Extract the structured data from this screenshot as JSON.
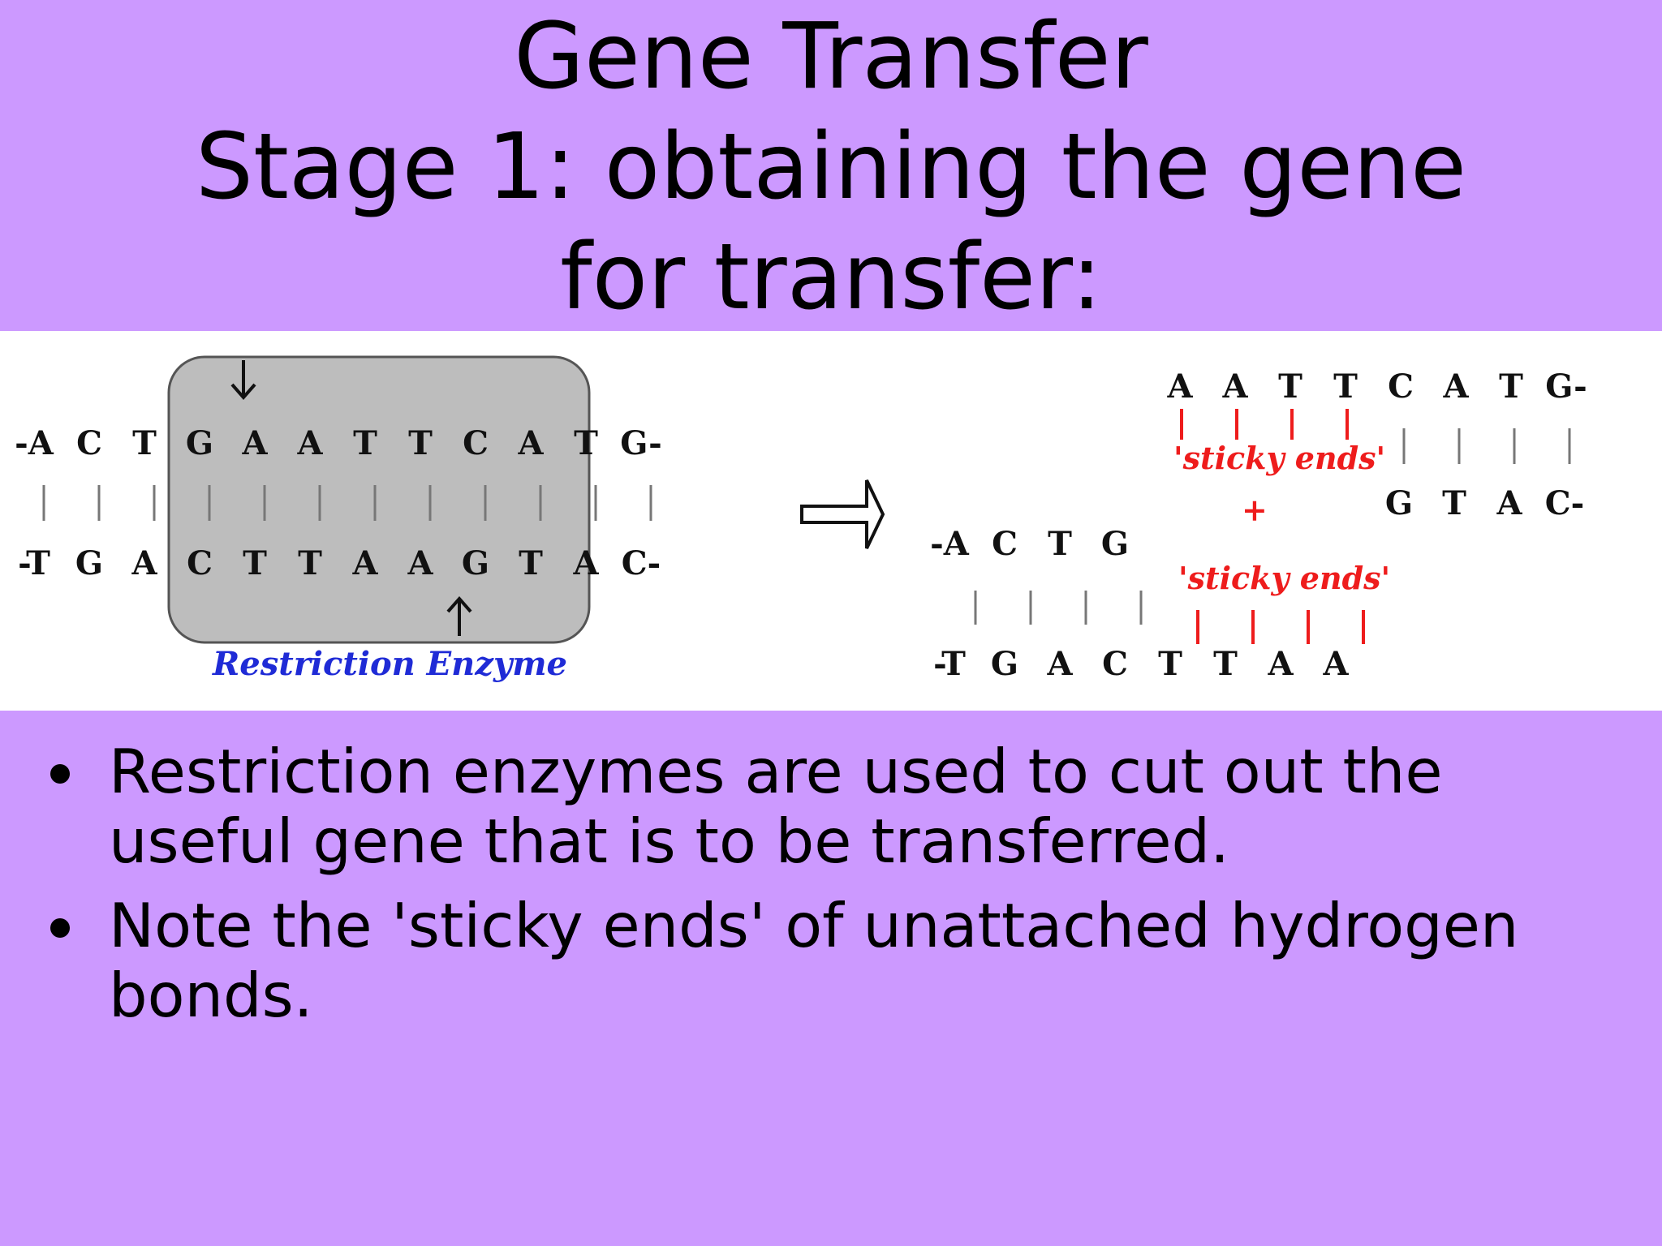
{
  "title": {
    "line1": "Gene Transfer",
    "line2": "Stage 1: obtaining the gene",
    "line3": "for transfer:"
  },
  "diagram": {
    "left": {
      "top_strand": [
        "-A",
        "C",
        "T",
        "G",
        "A",
        "A",
        "T",
        "T",
        "C",
        "A",
        "T",
        "G-"
      ],
      "bottom_strand": [
        "-T",
        "G",
        "A",
        "C",
        "T",
        "T",
        "A",
        "A",
        "G",
        "T",
        "A",
        "C-"
      ],
      "enzyme_label": "Restriction Enzyme"
    },
    "right": {
      "fragment_top": [
        "A",
        "A",
        "T",
        "T",
        "C",
        "A",
        "T",
        "G-"
      ],
      "fragment_bottom": [
        "G",
        "T",
        "A",
        "C-"
      ],
      "stub_top": [
        "-A",
        "C",
        "T",
        "G"
      ],
      "stub_bottom": [
        "-T",
        "G",
        "A",
        "C",
        "T",
        "T",
        "A",
        "A"
      ],
      "sticky_label_1": "'sticky ends'",
      "sticky_label_2": "'sticky ends'",
      "plus": "+"
    },
    "colors": {
      "sticky": "#ee1c1c",
      "enzyme": "#1f2bd6",
      "enzyme_box": "#bdbdbd"
    }
  },
  "bullets": [
    "Restriction enzymes are used to cut out the useful gene that is to be transferred.",
    "Note the 'sticky ends' of unattached hydrogen bonds."
  ]
}
